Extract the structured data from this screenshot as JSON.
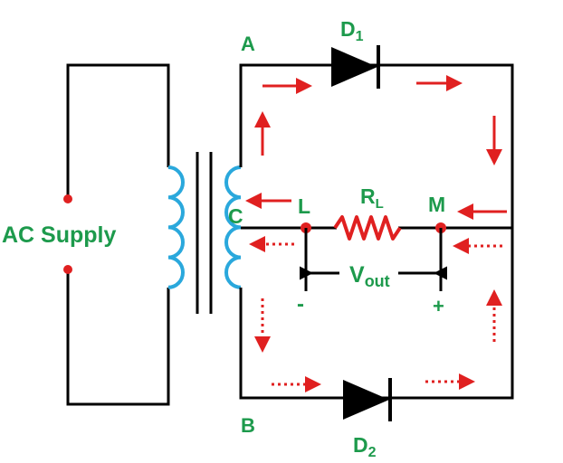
{
  "labels": {
    "ac_supply": "AC Supply",
    "a": "A",
    "b": "B",
    "c": "C",
    "l": "L",
    "m": "M",
    "d1": "D",
    "d1_sub": "1",
    "d2": "D",
    "d2_sub": "2",
    "rl": "R",
    "rl_sub": "L",
    "vout": "V",
    "vout_sub": "out",
    "minus": "-",
    "plus": "+"
  },
  "colors": {
    "label": "#1d9a4c",
    "current_arrows": "#e02020",
    "coil": "#2aa8dc",
    "wire": "#000000"
  }
}
